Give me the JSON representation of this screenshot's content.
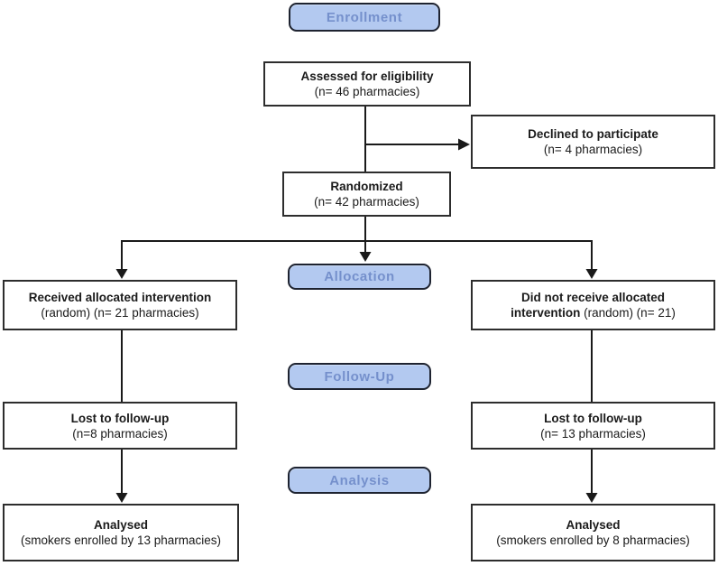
{
  "stages": {
    "enrollment": "Enrollment",
    "allocation": "Allocation",
    "followup": "Follow-Up",
    "analysis": "Analysis"
  },
  "boxes": {
    "assessed": {
      "title": "Assessed for eligibility",
      "detail": "(n= 46 pharmacies)"
    },
    "declined": {
      "title": "Declined to participate",
      "detail": "(n= 4 pharmacies)"
    },
    "randomized": {
      "title": "Randomized",
      "detail": "(n= 42 pharmacies)"
    },
    "received_intervention": {
      "title": "Received allocated intervention",
      "detail": "(random) (n= 21 pharmacies)"
    },
    "not_received_intervention": {
      "title": "Did not receive allocated intervention",
      "detail": "(random) (n= 21)"
    },
    "lost_followup_left": {
      "title": "Lost to follow-up",
      "detail": "(n=8 pharmacies)"
    },
    "lost_followup_right": {
      "title": "Lost to follow-up",
      "detail": "(n= 13 pharmacies)"
    },
    "analysed_left": {
      "title": "Analysed",
      "detail": "(smokers enrolled by 13 pharmacies)"
    },
    "analysed_right": {
      "title": "Analysed",
      "detail": "(smokers enrolled by 8 pharmacies)"
    }
  },
  "colors": {
    "badge_fill": "#b3c9f0",
    "badge_border": "#1e2330",
    "badge_text": "#7590cc",
    "box_border": "#2d2d2d",
    "line": "#1a1a1a"
  }
}
